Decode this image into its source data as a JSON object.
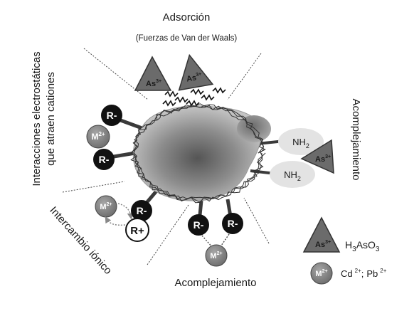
{
  "mechanisms": {
    "adsorption_title": "Adsorción",
    "adsorption_subtitle": "(Fuerzas de Van der Waals)",
    "electrostatic_line1": "Interacciones electrostáticas",
    "electrostatic_line2": "que atraen cationes",
    "complexation_right": "Acomplejamiento",
    "ion_exchange": "Intercambio iónico",
    "complexation_bottom": "Acomplejamiento"
  },
  "species": {
    "r_minus": "R-",
    "r_plus": "R+",
    "metal_base": "M",
    "metal_charge": "2+",
    "arsenic_base": "As",
    "arsenic_charge": "3+",
    "amine_base": "NH",
    "amine_sub": "2"
  },
  "legend": {
    "arsenic_formula_base": "H",
    "arsenic_formula_sub1": "3",
    "arsenic_formula_mid": "AsO",
    "arsenic_formula_sub2": "3",
    "cd_text": "Cd",
    "cd_charge": "2+",
    "separator": ";",
    "pb_text": "Pb",
    "pb_charge": "2+"
  },
  "colors": {
    "particle_core": "#5a5a5a",
    "particle_edge": "#bdbdbd",
    "triangle_fill": "#6b6b6b",
    "metal_fill": "#8a8a8a",
    "r_group_fill": "#111111",
    "amine_fill": "#e3e3e3"
  }
}
